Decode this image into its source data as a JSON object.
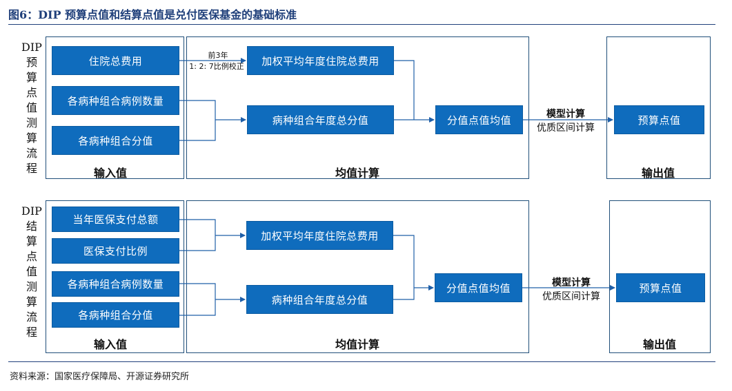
{
  "title": "图6：DIP 预算点值和结算点值是兑付医保基金的基础标准",
  "source": "资料来源：国家医疗保障局、开源证券研究所",
  "colors": {
    "node_fill": "#0f6cbd",
    "frame_border": "#1f4e79",
    "arrow": "#1f5fa8",
    "title": "#1f3f7a"
  },
  "top": {
    "side_label": [
      "DIP",
      "预",
      "算",
      "点",
      "值",
      "测",
      "算",
      "流",
      "程"
    ],
    "frames": {
      "input": "输入值",
      "mean": "均值计算",
      "output": "输出值"
    },
    "nodes": {
      "n1": "住院总费用",
      "n2": "各病种组合病例数量",
      "n3": "各病种组合分值",
      "n4": "加权平均年度住院总费用",
      "n5": "病种组合年度总分值",
      "n6": "分值点值均值",
      "n7": "预算点值"
    },
    "edge_labels": {
      "prev_years": "前3年",
      "ratio": "1: 2: 7比例校正",
      "model": "模型计算",
      "band": "优质区间计算"
    }
  },
  "bottom": {
    "side_label": [
      "DIP",
      "结",
      "算",
      "点",
      "值",
      "测",
      "算",
      "流",
      "程"
    ],
    "frames": {
      "input": "输入值",
      "mean": "均值计算",
      "output": "输出值"
    },
    "nodes": {
      "n1": "当年医保支付总额",
      "n2": "医保支付比例",
      "n3": "各病种组合病例数量",
      "n4": "各病种组合分值",
      "n5": "加权平均年度住院总费用",
      "n6": "病种组合年度总分值",
      "n7": "分值点值均值",
      "n8": "预算点值"
    },
    "edge_labels": {
      "model": "模型计算",
      "band": "优质区间计算"
    }
  }
}
